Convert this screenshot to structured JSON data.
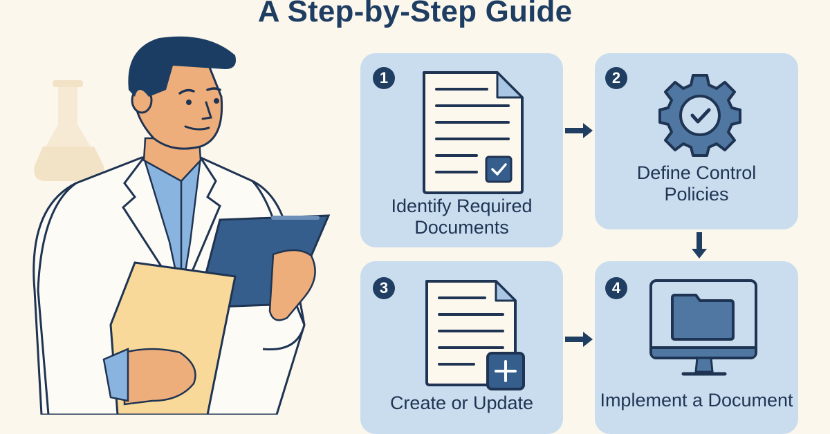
{
  "title": "A Step-by-Step Guide",
  "colors": {
    "background": "#fcf7ec",
    "card": "#c9ddef",
    "navy": "#1f3e62",
    "icon_fill": "#4f77a1",
    "paper": "#fdf8ee",
    "skin": "#eeae7b",
    "folder_yellow": "#f8d999"
  },
  "illustration": {
    "subject": "scientist in lab coat holding clipboard and folder",
    "background_icon": "flask-icon"
  },
  "steps": [
    {
      "number": "1",
      "label_line1": "Identify Required",
      "label_line2": "Documents",
      "icon": "document-check-icon"
    },
    {
      "number": "2",
      "label_line1": "Define Control",
      "label_line2": "Policies",
      "icon": "gear-check-icon"
    },
    {
      "number": "3",
      "label_line1": "Create or Update",
      "label_line2": "",
      "icon": "document-add-icon"
    },
    {
      "number": "4",
      "label_line1": "Implement a Document",
      "label_line2": "",
      "icon": "computer-folder-icon"
    }
  ],
  "arrows": [
    {
      "from": "1",
      "to": "2",
      "direction": "right"
    },
    {
      "from": "2",
      "to": "4",
      "direction": "down"
    },
    {
      "from": "3",
      "to": "4",
      "direction": "right"
    }
  ]
}
